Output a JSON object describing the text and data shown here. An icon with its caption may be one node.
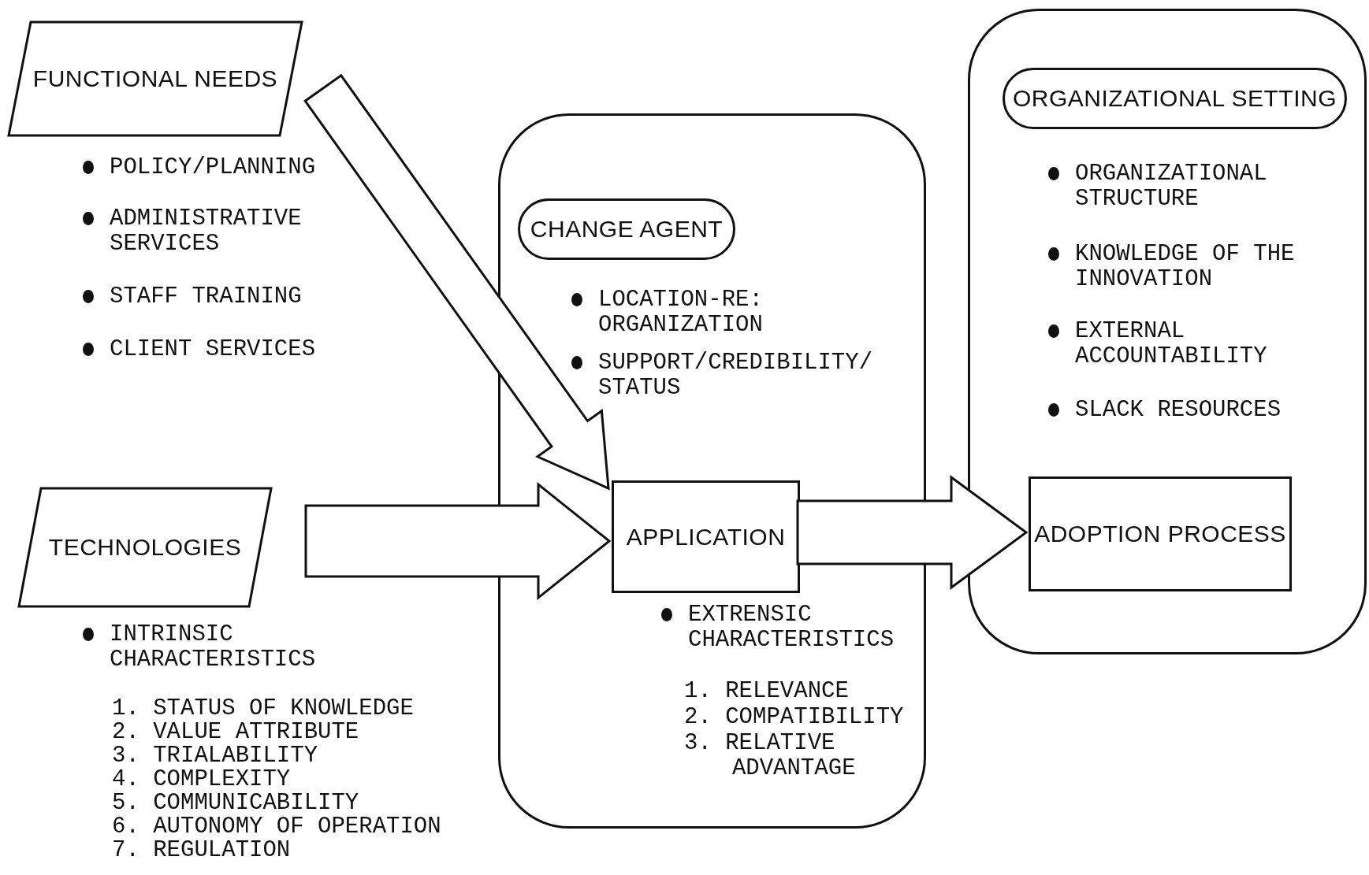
{
  "diagram": {
    "nodes": [
      {
        "text": [
          "FUNCTIONAL NEEDS"
        ],
        "beside": [
          "POLICY/PLANNING",
          "ADMINISTRATIVE SERVICES",
          "STAFF TRAINING",
          "CLIENT SERVICES"
        ]
      },
      {
        "text": [
          "TECHNOLOGIES"
        ],
        "beside": [
          "INTRINSIC CHARACTERISTICS",
          "1. STATUS OF KNOWLEDGE",
          "2. VALUE ATTRIBUTE",
          "3. TRIALABILITY",
          "4. COMPLEXITY",
          "5. COMMUNICABILITY",
          "6. AUTONOMY OF OPERATION",
          "7. REGULATION"
        ]
      },
      {
        "text": [],
        "shape": "box"
      },
      {
        "text": [
          "CHANGE AGENT"
        ],
        "in": 2,
        "beside": [
          "LOCATION-RE: ORGANIZATION",
          "SUPPORT/CREDIBILITY/ STATUS"
        ]
      },
      {
        "text": [
          "APPLICATION"
        ],
        "in": 2,
        "beside": [
          "EXTRENSIC CHARACTERISTICS",
          "1. RELEVANCE",
          "2. COMPATIBILITY",
          "3. RELATIVE ADVANTAGE"
        ]
      },
      {
        "text": [],
        "shape": "box"
      },
      {
        "text": [
          "ORGANIZATIONAL SETTING"
        ],
        "in": 5,
        "beside": [
          "ORGANIZATIONAL STRUCTURE",
          "KNOWLEDGE OF THE INNOVATION",
          "EXTERNAL ACCOUNTABILITY",
          "SLACK RESOURCES"
        ]
      },
      {
        "text": [
          "ADOPTION PROCESS"
        ],
        "in": 5
      }
    ],
    "edges": [
      {
        "from": 0,
        "to": 4,
        "arrow": "to",
        "style": "thick"
      },
      {
        "from": 1,
        "to": 4,
        "arrow": "to",
        "style": "thick"
      },
      {
        "from": 4,
        "to": 7,
        "arrow": "to",
        "style": "thick"
      }
    ]
  }
}
